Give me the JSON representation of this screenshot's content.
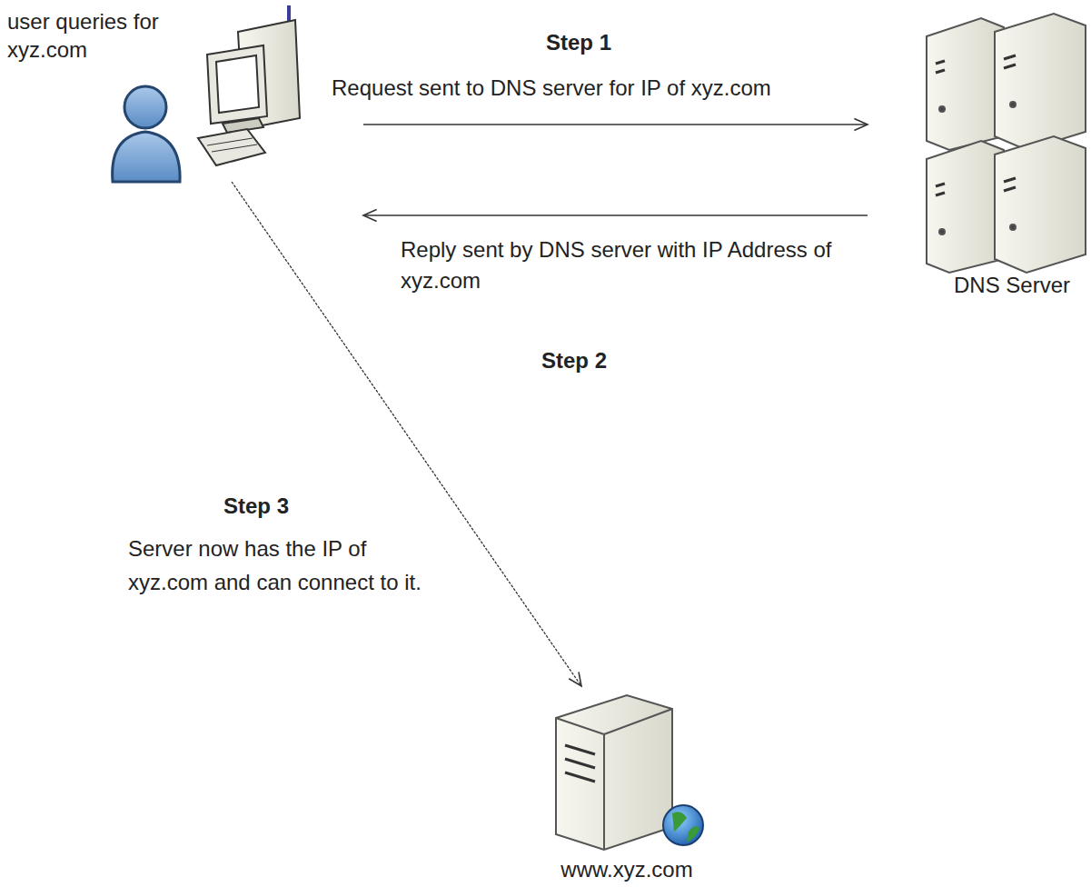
{
  "diagram": {
    "nodes": [
      {
        "text": [
          "user queries for xyz.com"
        ]
      },
      {
        "text": [
          "DNS Server"
        ]
      },
      {
        "text": [
          "www.xyz.com"
        ]
      }
    ],
    "edges": [
      {
        "from": 0,
        "to": 1,
        "arrow": "to",
        "label": "Request sent to DNS server for IP of xyz.com"
      },
      {
        "from": 1,
        "to": 0,
        "arrow": "to",
        "label": "Reply sent by DNS server with IP Address of xyz.com"
      },
      {
        "from": 0,
        "to": 2,
        "arrow": "to"
      }
    ],
    "labels": [
      "Step 1",
      "Step 2",
      "Step 3",
      "Server now has the IP of xyz.com and can connect to it."
    ]
  }
}
